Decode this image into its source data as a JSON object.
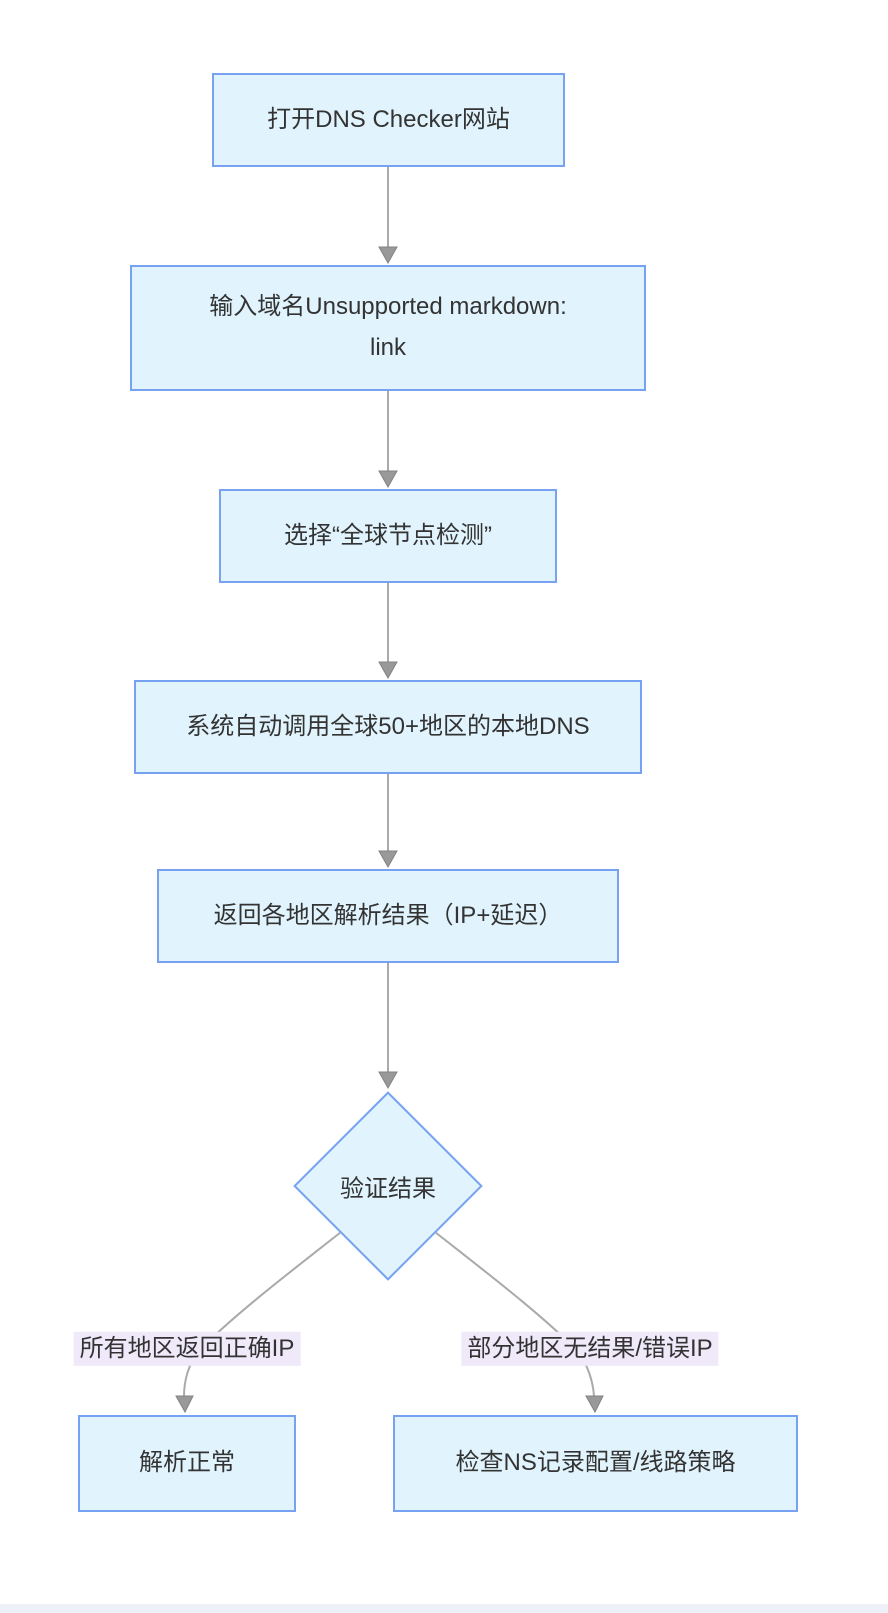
{
  "diagram": {
    "type": "flowchart",
    "direction": "top-down",
    "nodes": [
      {
        "id": "open",
        "shape": "rect",
        "label": "打开DNS Checker网站"
      },
      {
        "id": "input",
        "shape": "rect",
        "label": "输入域名Unsupported markdown:\nlink"
      },
      {
        "id": "select",
        "shape": "rect",
        "label": "选择“全球节点检测”"
      },
      {
        "id": "invoke",
        "shape": "rect",
        "label": "系统自动调用全球50+地区的本地DNS"
      },
      {
        "id": "results",
        "shape": "rect",
        "label": "返回各地区解析结果（IP+延迟）"
      },
      {
        "id": "verify",
        "shape": "diamond",
        "label": "验证结果"
      },
      {
        "id": "ok",
        "shape": "rect",
        "label": "解析正常"
      },
      {
        "id": "check",
        "shape": "rect",
        "label": "检查NS记录配置/线路策略"
      }
    ],
    "edges": [
      {
        "from": "open",
        "to": "input",
        "label": ""
      },
      {
        "from": "input",
        "to": "select",
        "label": ""
      },
      {
        "from": "select",
        "to": "invoke",
        "label": ""
      },
      {
        "from": "invoke",
        "to": "results",
        "label": ""
      },
      {
        "from": "results",
        "to": "verify",
        "label": ""
      },
      {
        "from": "verify",
        "to": "ok",
        "label": "所有地区返回正确IP"
      },
      {
        "from": "verify",
        "to": "check",
        "label": "部分地区无结果/错误IP"
      }
    ]
  },
  "colors": {
    "node_fill": "#e1f4fd",
    "node_border": "#76a2f1",
    "edge_line": "#aaaaaa",
    "arrow_fill": "#999999",
    "arrow_stroke": "#828282",
    "edge_label_bg": "#efe9fa",
    "text": "#333333",
    "background": "#ffffff",
    "footer_band": "#edf1f7"
  }
}
